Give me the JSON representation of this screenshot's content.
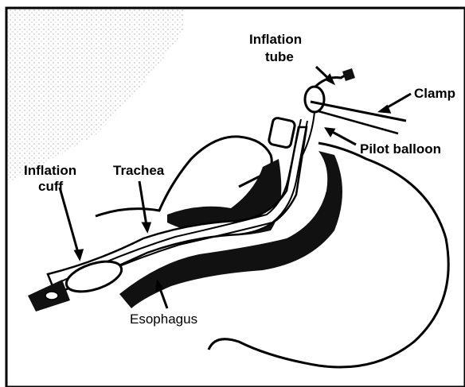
{
  "labels": {
    "inflation_tube_line1": "Inflation",
    "inflation_tube_line2": "tube",
    "clamp": "Clamp",
    "pilot_balloon": "Pilot balloon",
    "inflation_cuff_line1": "Inflation",
    "inflation_cuff_line2": "cuff",
    "trachea": "Trachea",
    "esophagus": "Esophagus"
  },
  "colors": {
    "ink": "#000000",
    "paper": "#ffffff",
    "shade": "#cfcfcf"
  }
}
